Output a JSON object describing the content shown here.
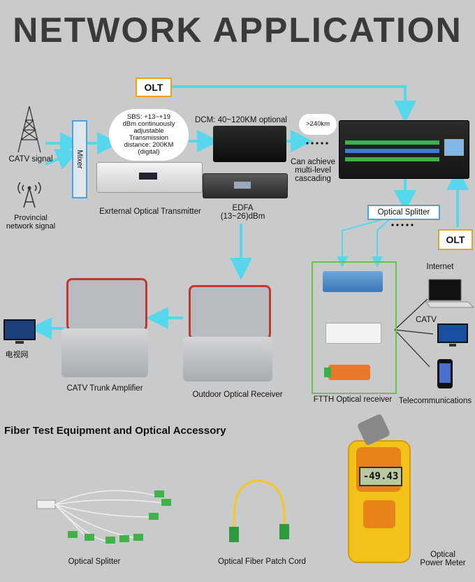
{
  "title": "NETWORK APPLICATION",
  "labels": {
    "olt_top": "OLT",
    "olt_right": "OLT",
    "catv_signal": "CATV signal",
    "provincial": "Provincial\nnetwork signal",
    "mixer": "Mixer",
    "sbs_bubble": "SBS: +13~+19\ndBm continuously\nadjustable\nTransmission\ndistance: 200KM\n(digital)",
    "dcm": "DCM: 40~120KM optional",
    "dist_bubble": ">240km",
    "cascading": "Can achieve\nmulti-level\ncascading",
    "transmitter": "Exrternal Optical Transmitter",
    "edfa": "EDFA\n(13~26)dBm",
    "optical_splitter_box": "Optical Splitter",
    "internet": "Internet",
    "catv": "CATV",
    "telecom": "Telecommunications",
    "ftth": "FTTH Optical receiver",
    "tv_chinese": "电视网",
    "trunk_amp": "CATV Trunk Amplifier",
    "outdoor_rx": "Outdoor Optical Receiver",
    "section2": "Fiber Test Equipment and Optical Accessory",
    "acc_splitter": "Optical Splitter",
    "patch_cord": "Optical Fiber Patch Cord",
    "power_meter": "Optical\nPower Meter",
    "meter_reading": "-49.43"
  },
  "colors": {
    "arrow": "#57d7ec",
    "olt_border": "#f0a020",
    "ftth_border": "#6cc24a",
    "splitter_border": "#4aa3e0"
  }
}
